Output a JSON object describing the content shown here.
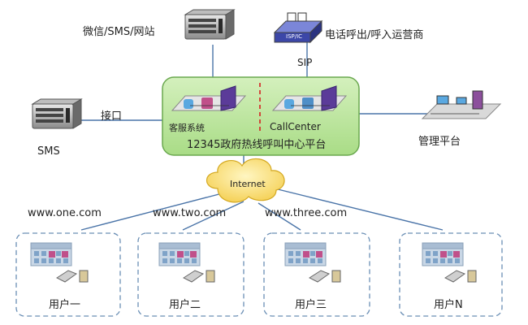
{
  "labels": {
    "wechat_sms_web": "微信/SMS/网站",
    "telecom": "电话呼出/呼入运营商",
    "sip": "SIP",
    "isp_badge": "ISP/IC",
    "interface": "接口",
    "sms": "SMS",
    "service_system": "客服系统",
    "callcenter": "CallCenter",
    "platform": "12345政府热线呼叫中心平台",
    "management": "管理平台",
    "internet": "Internet",
    "domain_one": "www.one.com",
    "domain_two": "www.two.com",
    "domain_three": "www.three.com"
  },
  "users": [
    "用户一",
    "用户二",
    "用户三",
    "用户N"
  ],
  "colors": {
    "platform_fill": "#b8e39c",
    "platform_stroke": "#6aa84f",
    "divider": "#d62020",
    "dashed": "#6b8fb5",
    "line": "#4a74a8",
    "cloud": "#ffe98a"
  }
}
